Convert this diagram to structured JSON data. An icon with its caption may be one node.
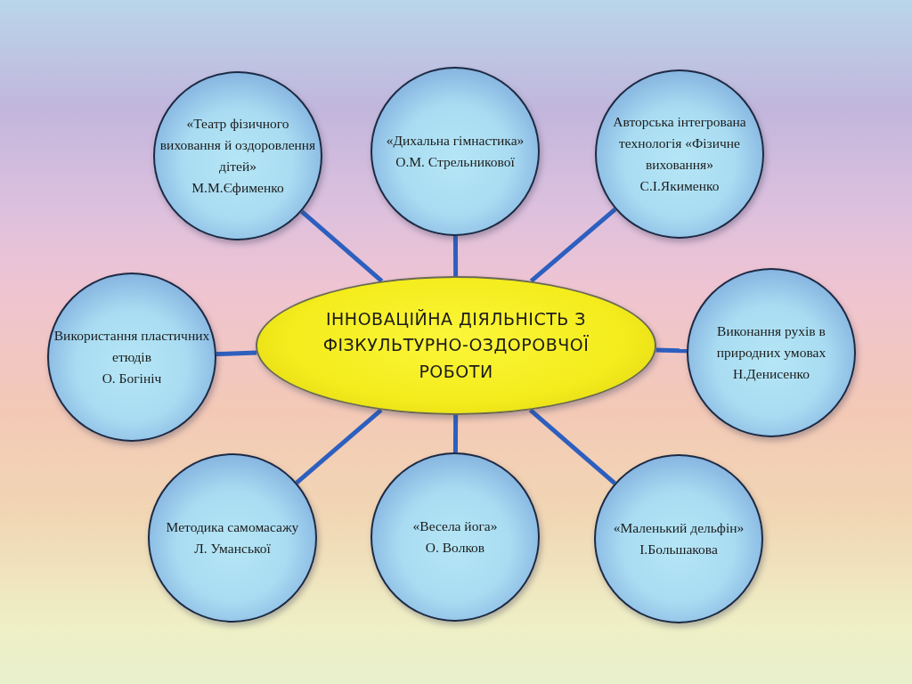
{
  "diagram": {
    "nodes": [
      {
        "text": [
          "ІННОВАЦІЙНА ДІЯЛЬНІСТЬ З ФІЗКУЛЬТУРНО-ОЗДОРОВЧОЇ РОБОТИ"
        ]
      },
      {
        "text": [
          "«Театр фізичного виховання й оздоровлення дітей»",
          "М.М.Єфименко"
        ]
      },
      {
        "text": [
          "«Дихальна гімнастика»",
          "О.М. Стрельникової"
        ]
      },
      {
        "text": [
          "Авторська інтегрована технологія «Фізичне виховання»",
          "С.І.Якименко"
        ]
      },
      {
        "text": [
          "Використання пластичних етюдів",
          "О. Богініч"
        ]
      },
      {
        "text": [
          "Виконання рухів в природних умовах",
          "Н.Денисенко"
        ]
      },
      {
        "text": [
          "Методика самомасажу",
          "Л. Уманської"
        ]
      },
      {
        "text": [
          "«Весела йога»",
          "О. Волков"
        ]
      },
      {
        "text": [
          "«Маленький дельфін»",
          "І.Большакова"
        ]
      }
    ],
    "edges": [
      {
        "from": 0,
        "to": 1,
        "arrow": "none"
      },
      {
        "from": 0,
        "to": 2,
        "arrow": "none"
      },
      {
        "from": 0,
        "to": 3,
        "arrow": "none"
      },
      {
        "from": 0,
        "to": 4,
        "arrow": "none"
      },
      {
        "from": 0,
        "to": 5,
        "arrow": "none"
      },
      {
        "from": 0,
        "to": 6,
        "arrow": "none"
      },
      {
        "from": 0,
        "to": 7,
        "arrow": "none"
      },
      {
        "from": 0,
        "to": 8,
        "arrow": "none"
      }
    ]
  }
}
